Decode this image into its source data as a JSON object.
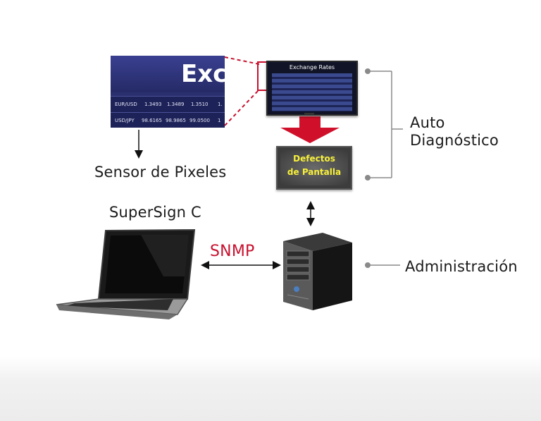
{
  "labels": {
    "sensor": "Sensor de Pixeles",
    "supersign": "SuperSign C",
    "snmp": "SNMP",
    "auto_line1": "Auto",
    "auto_line2": "Diagnóstico",
    "admin": "Administración"
  },
  "zoom_panel": {
    "heading": "Exch",
    "rows": [
      {
        "pair": "EUR/USD",
        "v1": "1.3493",
        "v2": "1.3489",
        "v3": "1.3510",
        "v4": "1."
      },
      {
        "pair": "USD/JPY",
        "v1": "98.6165",
        "v2": "98.9865",
        "v3": "99.0500",
        "v4": "1"
      }
    ]
  },
  "monitor": {
    "title": "Exchange  Rates"
  },
  "defect_screen": {
    "line1": "Defectos",
    "line2": "de Pantalla"
  },
  "colors": {
    "accent_red": "#d0102a",
    "snmp_text": "#c8102e",
    "connector_gray": "#8a8a8a",
    "panel_blue": "#2a2f6e",
    "defect_text": "#f7f03a"
  }
}
